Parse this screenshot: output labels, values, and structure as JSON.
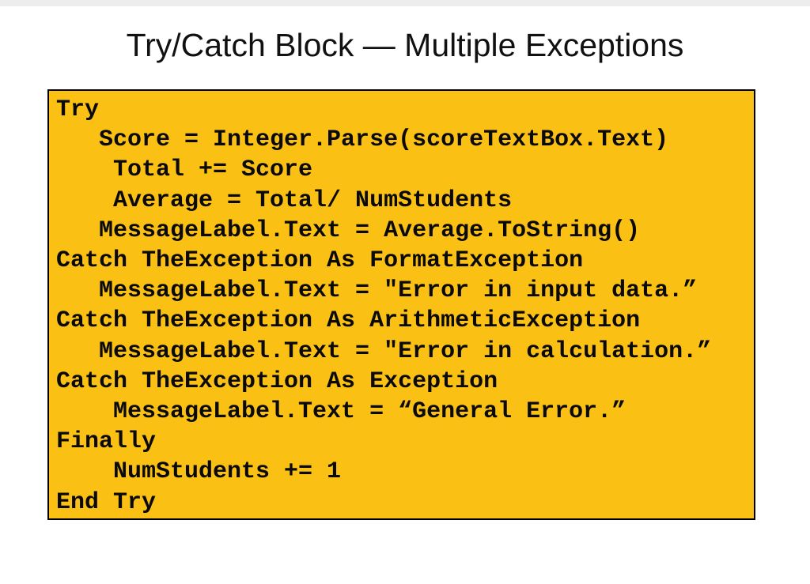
{
  "page": {
    "background": "#ffffff",
    "top_strip_color": "#ededed"
  },
  "title": "Try/Catch Block — Multiple Exceptions",
  "code_box": {
    "background": "#fbc014",
    "border_color": "#000000",
    "text_color": "#0a0a0a",
    "language": "VB.NET",
    "lines": [
      "Try",
      "   Score = Integer.Parse(scoreTextBox.Text)",
      "    Total += Score",
      "    Average = Total/ NumStudents",
      "   MessageLabel.Text = Average.ToString()",
      "Catch TheException As FormatException",
      "   MessageLabel.Text = \"Error in input data.”",
      "Catch TheException As ArithmeticException",
      "   MessageLabel.Text = \"Error in calculation.”",
      "Catch TheException As Exception",
      "    MessageLabel.Text = “General Error.”",
      "Finally",
      "    NumStudents += 1",
      "End Try"
    ]
  }
}
